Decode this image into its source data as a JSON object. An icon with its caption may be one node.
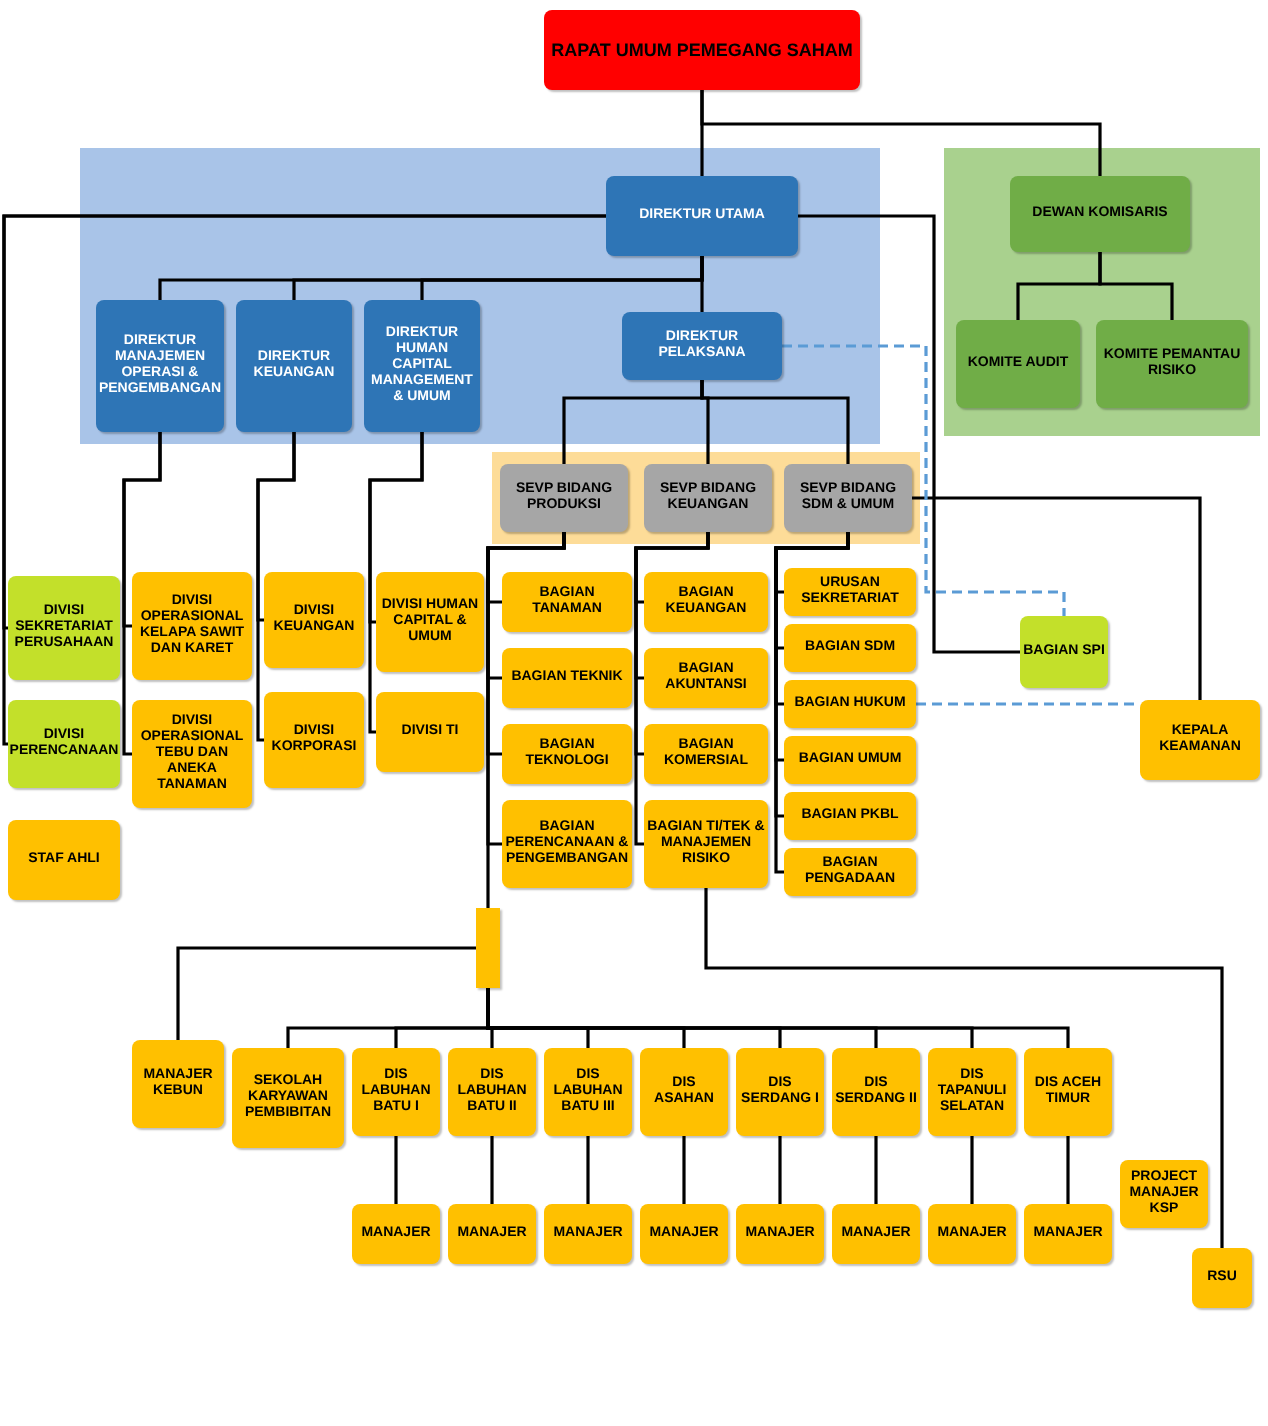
{
  "diagram": {
    "nodes": [
      {
        "text": [
          "RAPAT UMUM PEMEGANG SAHAM"
        ]
      },
      {
        "text": [],
        "shape": "box"
      },
      {
        "text": [
          "DIREKTUR UTAMA"
        ],
        "in": 1
      },
      {
        "text": [],
        "shape": "box"
      },
      {
        "text": [
          "DEWAN KOMISARIS"
        ],
        "in": 3
      },
      {
        "text": [
          "DIREKTUR MANAJEMEN OPERASI & PENGEMBANGAN"
        ],
        "in": 1
      },
      {
        "text": [
          "DIREKTUR KEUANGAN"
        ],
        "in": 1
      },
      {
        "text": [
          "DIREKTUR HUMAN CAPITAL MANAGEMENT & UMUM"
        ],
        "in": 1
      },
      {
        "text": [],
        "shape": "box"
      },
      {
        "text": [
          "DIREKTUR PELAKSANA"
        ],
        "in": 1
      },
      {
        "text": [
          "KOMITE AUDIT"
        ],
        "in": 3
      },
      {
        "text": [
          "KOMITE PEMANTAU RISIKO"
        ],
        "in": 3
      },
      {
        "text": [
          "SEVP BIDANG PRODUKSI"
        ],
        "in": 8
      },
      {
        "text": [
          "SEVP BIDANG KEUANGAN"
        ],
        "in": 8
      },
      {
        "text": [
          "SEVP BIDANG SDM & UMUM"
        ],
        "in": 8
      },
      {
        "text": [
          "DIVISI SEKRETARIAT PERUSAHAAN"
        ]
      },
      {
        "text": [
          "DIVISI OPERASIONAL KELAPA SAWIT DAN KARET"
        ]
      },
      {
        "text": [
          "DIVISI KEUANGAN"
        ]
      },
      {
        "text": [
          "DIVISI HUMAN CAPITAL & UMUM"
        ]
      },
      {
        "text": [
          "BAGIAN TANAMAN"
        ]
      },
      {
        "text": [
          "BAGIAN KEUANGAN"
        ]
      },
      {
        "text": [
          "URUSAN SEKRETARIAT"
        ]
      },
      {
        "text": [
          "BAGIAN SPI"
        ]
      },
      {
        "text": [
          "BAGIAN SDM"
        ]
      },
      {
        "text": [
          "BAGIAN TEKNIK"
        ]
      },
      {
        "text": [
          "BAGIAN AKUNTANSI"
        ]
      },
      {
        "text": [
          "DIVISI PERENCANAAN"
        ]
      },
      {
        "text": [
          "DIVISI OPERASIONAL TEBU DAN ANEKA TANAMAN"
        ]
      },
      {
        "text": [
          "DIVISI KORPORASI"
        ]
      },
      {
        "text": [
          "DIVISI TI"
        ]
      },
      {
        "text": [
          "BAGIAN HUKUM"
        ]
      },
      {
        "text": [
          "KEPALA KEAMANAN"
        ]
      },
      {
        "text": [
          "BAGIAN TEKNOLOGI"
        ]
      },
      {
        "text": [
          "BAGIAN KOMERSIAL"
        ]
      },
      {
        "text": [
          "BAGIAN UMUM"
        ]
      },
      {
        "text": [
          "STAF AHLI"
        ]
      },
      {
        "text": [
          "BAGIAN PERENCANAAN & PENGEMBANGAN"
        ]
      },
      {
        "text": [
          "BAGIAN TI/TEK & MANAJEMEN RISIKO"
        ]
      },
      {
        "text": [
          "BAGIAN PKBL"
        ]
      },
      {
        "text": [
          "BAGIAN PENGADAAN"
        ]
      },
      {
        "text": [],
        "shape": "box"
      },
      {
        "text": [
          "MANAJER KEBUN"
        ]
      },
      {
        "text": [
          "SEKOLAH KARYAWAN PEMBIBITAN"
        ]
      },
      {
        "text": [
          "DIS LABUHAN BATU I"
        ]
      },
      {
        "text": [
          "DIS LABUHAN BATU II"
        ]
      },
      {
        "text": [
          "DIS LABUHAN BATU III"
        ]
      },
      {
        "text": [
          "DIS ASAHAN"
        ]
      },
      {
        "text": [
          "DIS SERDANG I"
        ]
      },
      {
        "text": [
          "DIS SERDANG II"
        ]
      },
      {
        "text": [
          "DIS TAPANULI SELATAN"
        ]
      },
      {
        "text": [
          "DIS ACEH TIMUR"
        ]
      },
      {
        "text": [
          "PROJECT MANAJER KSP"
        ]
      },
      {
        "text": [
          "RSU"
        ]
      },
      {
        "text": [
          "MANAJER"
        ]
      },
      {
        "text": [
          "MANAJER"
        ]
      },
      {
        "text": [
          "MANAJER"
        ]
      },
      {
        "text": [
          "MANAJER"
        ]
      },
      {
        "text": [
          "MANAJER"
        ]
      },
      {
        "text": [
          "MANAJER"
        ]
      },
      {
        "text": [
          "MANAJER"
        ]
      },
      {
        "text": [
          "MANAJER"
        ]
      }
    ],
    "edges": [
      {
        "from": 0,
        "to": 2,
        "arrow": "none"
      },
      {
        "from": 0,
        "to": 4,
        "arrow": "none"
      },
      {
        "from": 4,
        "to": 10,
        "arrow": "none"
      },
      {
        "from": 4,
        "to": 11,
        "arrow": "none"
      },
      {
        "from": 2,
        "to": 5,
        "arrow": "none"
      },
      {
        "from": 2,
        "to": 6,
        "arrow": "none"
      },
      {
        "from": 2,
        "to": 7,
        "arrow": "none"
      },
      {
        "from": 2,
        "to": 9,
        "arrow": "none"
      },
      {
        "from": 2,
        "to": 15,
        "arrow": "none"
      },
      {
        "from": 2,
        "to": 26,
        "arrow": "none"
      },
      {
        "from": 2,
        "to": 22,
        "arrow": "none"
      },
      {
        "from": 9,
        "to": 12,
        "arrow": "none"
      },
      {
        "from": 9,
        "to": 13,
        "arrow": "none"
      },
      {
        "from": 9,
        "to": 14,
        "arrow": "none"
      },
      {
        "from": 5,
        "to": 16,
        "arrow": "none"
      },
      {
        "from": 5,
        "to": 27,
        "arrow": "none"
      },
      {
        "from": 6,
        "to": 17,
        "arrow": "none"
      },
      {
        "from": 6,
        "to": 28,
        "arrow": "none"
      },
      {
        "from": 7,
        "to": 18,
        "arrow": "none"
      },
      {
        "from": 7,
        "to": 29,
        "arrow": "none"
      },
      {
        "from": 12,
        "to": 19,
        "arrow": "none"
      },
      {
        "from": 12,
        "to": 24,
        "arrow": "none"
      },
      {
        "from": 12,
        "to": 32,
        "arrow": "none"
      },
      {
        "from": 12,
        "to": 36,
        "arrow": "none"
      },
      {
        "from": 13,
        "to": 20,
        "arrow": "none"
      },
      {
        "from": 13,
        "to": 25,
        "arrow": "none"
      },
      {
        "from": 13,
        "to": 33,
        "arrow": "none"
      },
      {
        "from": 13,
        "to": 37,
        "arrow": "none"
      },
      {
        "from": 14,
        "to": 21,
        "arrow": "none"
      },
      {
        "from": 14,
        "to": 23,
        "arrow": "none"
      },
      {
        "from": 14,
        "to": 30,
        "arrow": "none"
      },
      {
        "from": 14,
        "to": 34,
        "arrow": "none"
      },
      {
        "from": 14,
        "to": 38,
        "arrow": "none"
      },
      {
        "from": 14,
        "to": 39,
        "arrow": "none"
      },
      {
        "from": 14,
        "to": 31,
        "arrow": "none"
      },
      {
        "from": 12,
        "to": 40,
        "arrow": "none"
      },
      {
        "from": 40,
        "to": 41,
        "arrow": "none"
      },
      {
        "from": 40,
        "to": 42,
        "arrow": "none"
      },
      {
        "from": 40,
        "to": 43,
        "arrow": "none"
      },
      {
        "from": 40,
        "to": 44,
        "arrow": "none"
      },
      {
        "from": 40,
        "to": 45,
        "arrow": "none"
      },
      {
        "from": 40,
        "to": 46,
        "arrow": "none"
      },
      {
        "from": 40,
        "to": 47,
        "arrow": "none"
      },
      {
        "from": 40,
        "to": 48,
        "arrow": "none"
      },
      {
        "from": 40,
        "to": 49,
        "arrow": "none"
      },
      {
        "from": 40,
        "to": 50,
        "arrow": "none"
      },
      {
        "from": 37,
        "to": 52,
        "arrow": "none"
      },
      {
        "from": 43,
        "to": 53,
        "arrow": "none"
      },
      {
        "from": 44,
        "to": 54,
        "arrow": "none"
      },
      {
        "from": 45,
        "to": 55,
        "arrow": "none"
      },
      {
        "from": 46,
        "to": 56,
        "arrow": "none"
      },
      {
        "from": 47,
        "to": 57,
        "arrow": "none"
      },
      {
        "from": 48,
        "to": 58,
        "arrow": "none"
      },
      {
        "from": 49,
        "to": 59,
        "arrow": "none"
      },
      {
        "from": 50,
        "to": 60,
        "arrow": "none"
      },
      {
        "from": 9,
        "to": 22,
        "arrow": "none",
        "style": "dashed",
        "color": "#5b9bd5"
      },
      {
        "from": 30,
        "to": 31,
        "arrow": "none",
        "style": "dashed",
        "color": "#5b9bd5"
      }
    ]
  }
}
